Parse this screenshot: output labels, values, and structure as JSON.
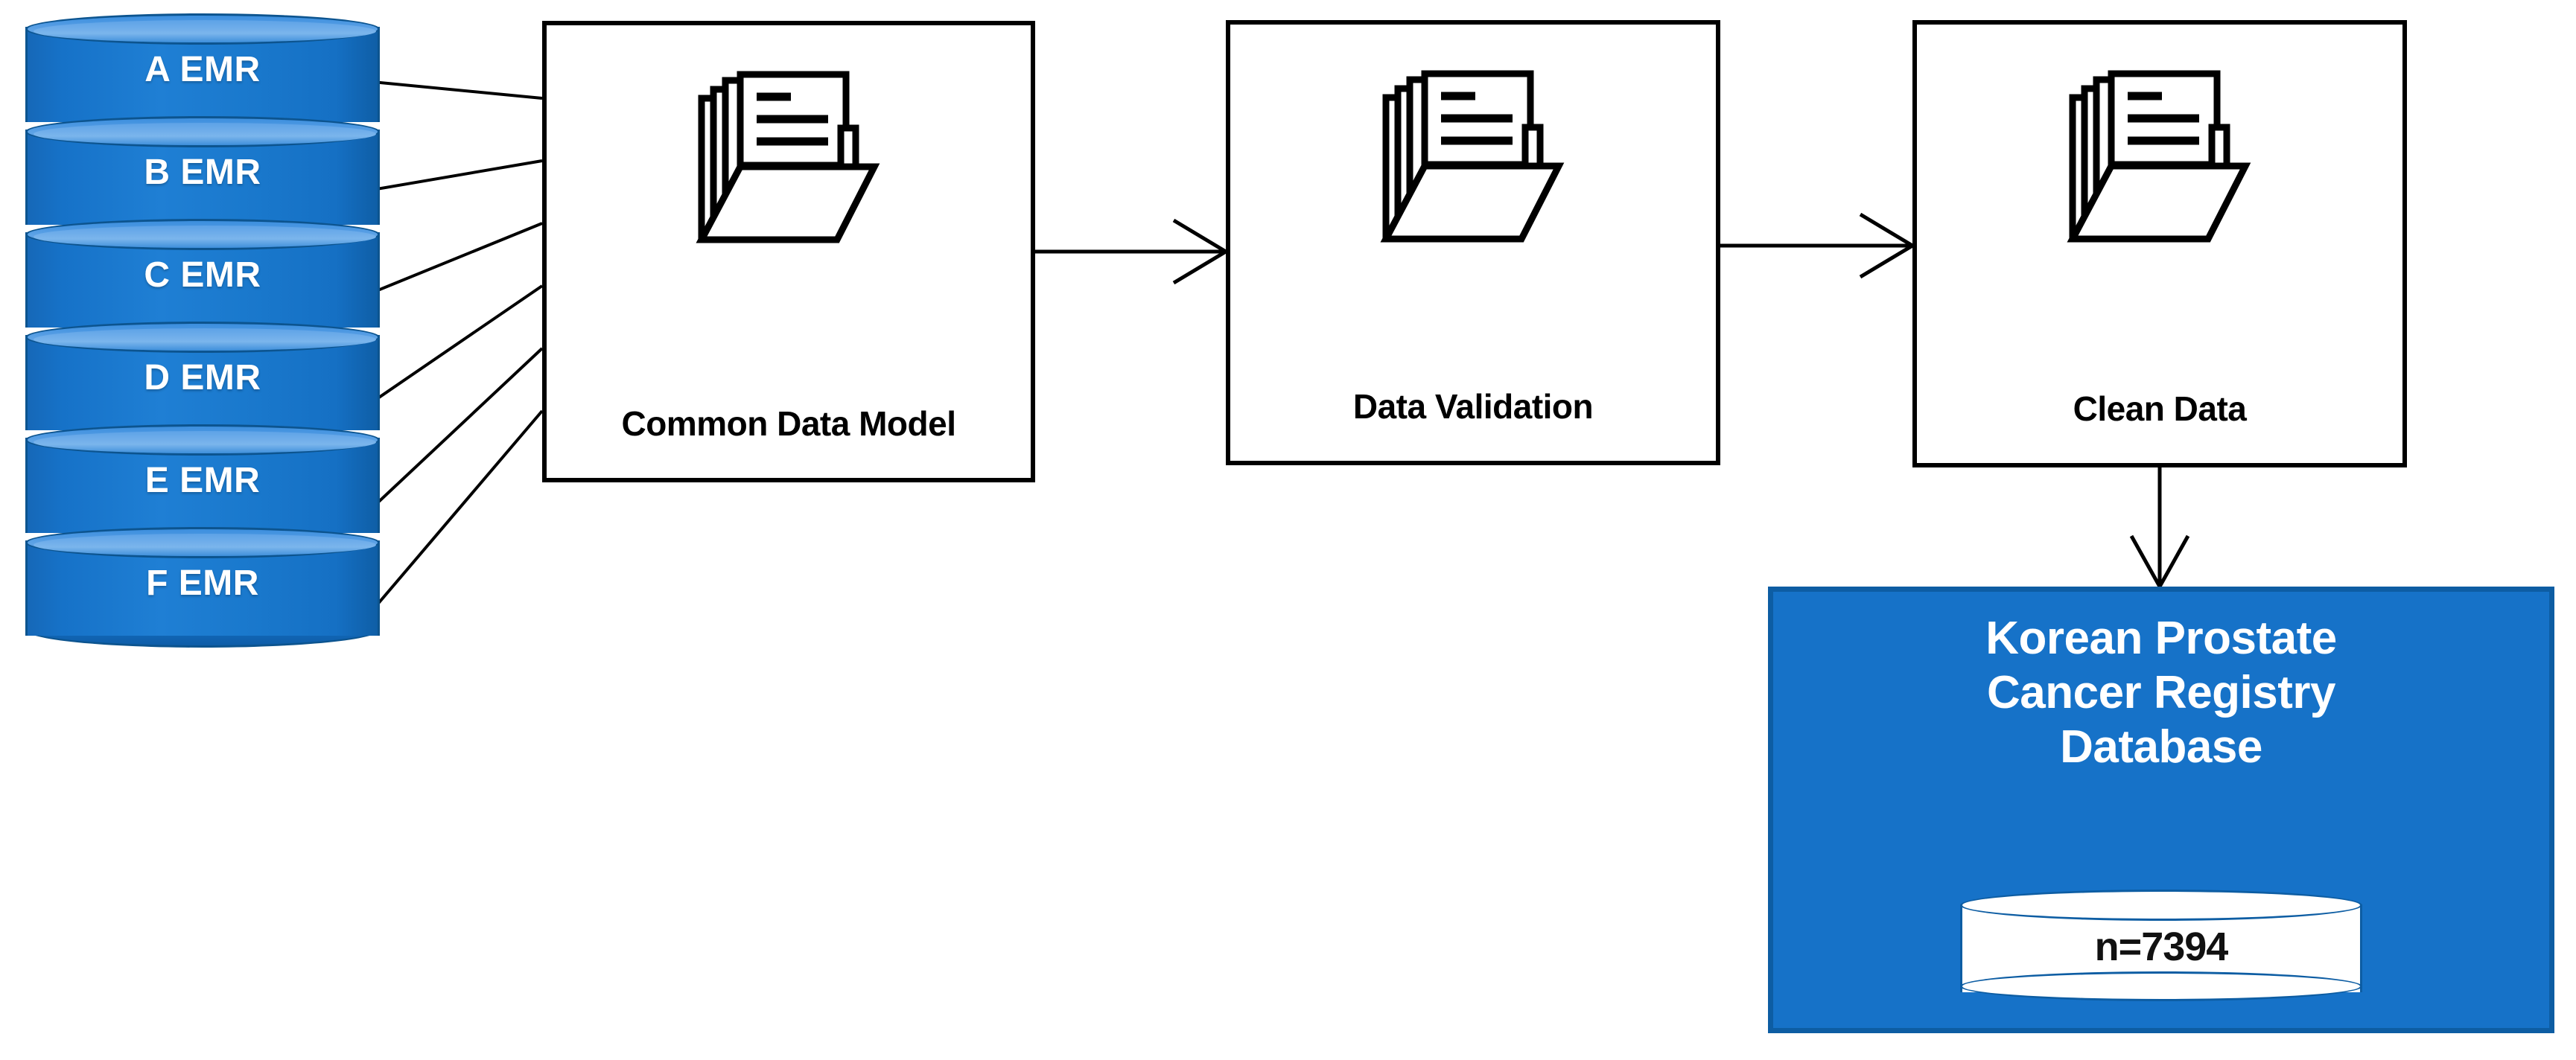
{
  "diagram": {
    "type": "flowchart",
    "title": "Korean Prostate Cancer Registry data pipeline",
    "background_color": "#ffffff",
    "accent_blue": "#1672c8",
    "accent_blue_dark": "#0d5da3",
    "line_color": "#000000"
  },
  "sources": {
    "name": "EMR database stack",
    "shape": "stacked-cylinder",
    "fill_color": "#1672c8",
    "text_color": "#ffffff",
    "items": [
      {
        "label": "A EMR"
      },
      {
        "label": "B EMR"
      },
      {
        "label": "C EMR"
      },
      {
        "label": "D EMR"
      },
      {
        "label": "E EMR"
      },
      {
        "label": "F EMR"
      }
    ]
  },
  "process": {
    "steps": [
      {
        "label": "Common Data Model",
        "icon": "folder-with-documents-icon"
      },
      {
        "label": "Data Validation",
        "icon": "folder-with-documents-icon"
      },
      {
        "label": "Clean Data",
        "icon": "folder-with-documents-icon"
      }
    ]
  },
  "output": {
    "title_lines": [
      "Korean Prostate",
      "Cancer Registry",
      "Database"
    ],
    "count_label": "n=7394",
    "fill_color": "#1672c8",
    "border_color": "#0d5da3",
    "text_color": "#ffffff"
  },
  "connectors": {
    "source_to_cdm": "6 converging lines from EMR cylinders to Common Data Model",
    "cdm_to_validation": "arrow",
    "validation_to_clean": "arrow",
    "clean_to_registry": "arrow-down"
  }
}
